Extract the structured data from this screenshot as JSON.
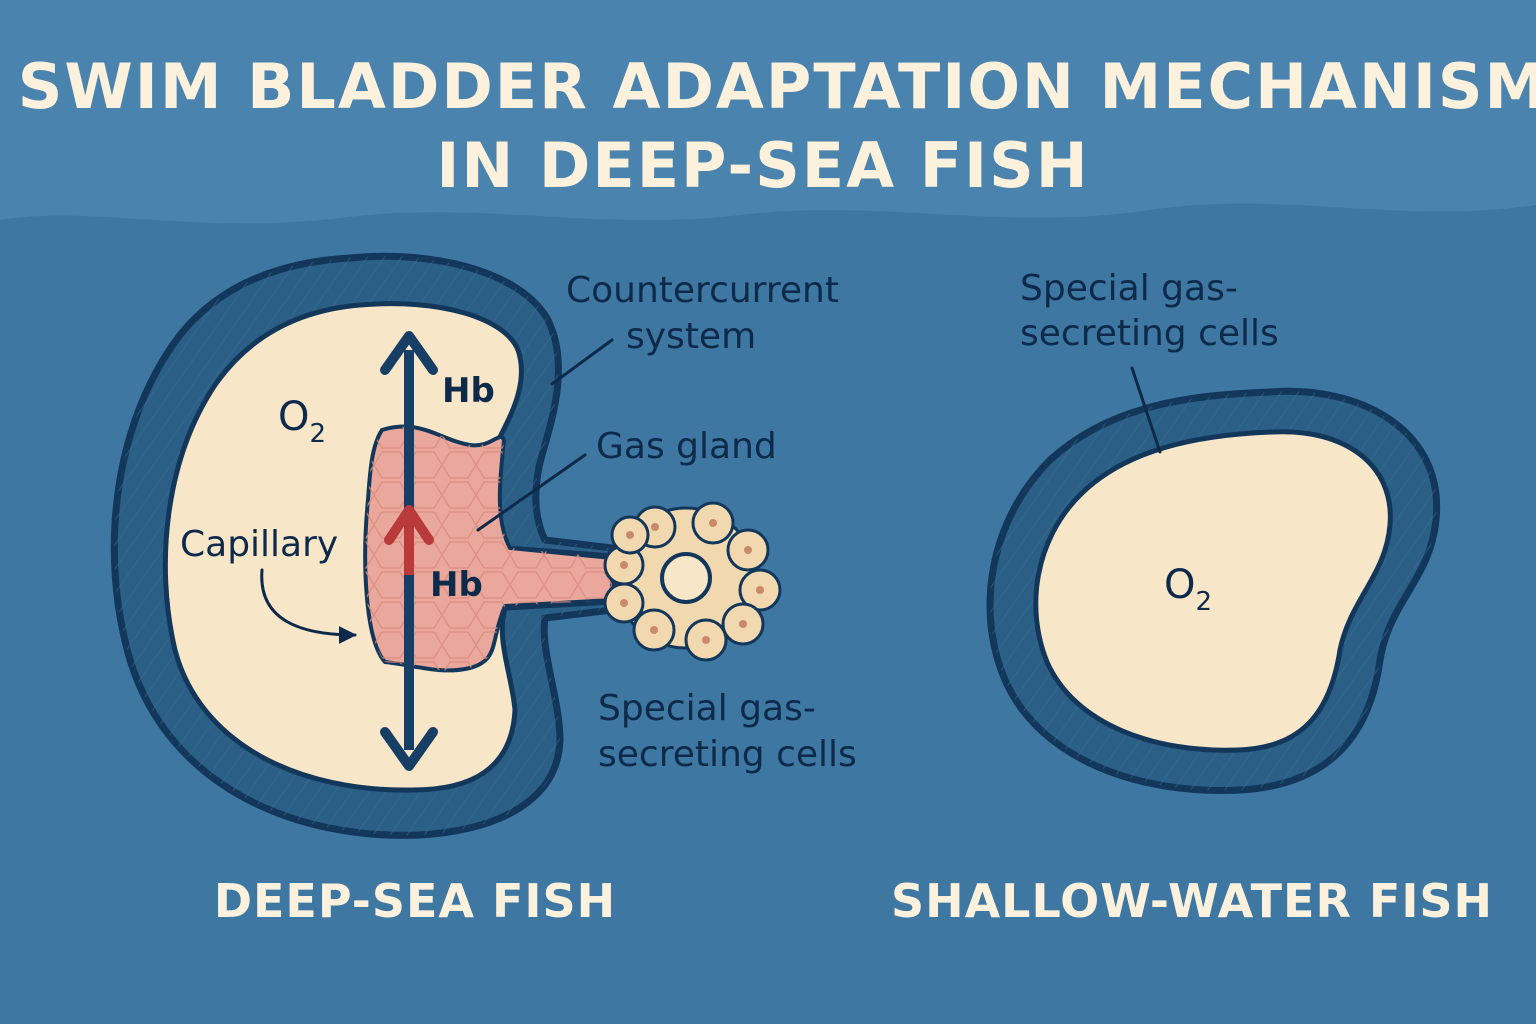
{
  "title": {
    "line1": "SWIM BLADDER ADAPTATION MECHANISM",
    "line2": "IN DEEP-SEA FISH"
  },
  "deep_sea": {
    "caption": "DEEP-SEA FISH",
    "gas_symbol": "O",
    "gas_subscript": "2",
    "hb_top": "Hb",
    "hb_bottom": "Hb",
    "capillary_label": "Capillary",
    "countercurrent_line1": "Countercurrent",
    "countercurrent_line2": "system",
    "gas_gland_label": "Gas gland",
    "cells_line1": "Special gas-",
    "cells_line2": "secreting cells"
  },
  "shallow": {
    "caption": "SHALLOW-WATER FISH",
    "gas_symbol": "O",
    "gas_subscript": "2",
    "cells_line1": "Special gas-",
    "cells_line2": "secreting cells"
  },
  "colors": {
    "background": "#3e77a1",
    "band": "#4a83ad",
    "bladder_wall": "#2b5f86",
    "bladder_outline": "#13375a",
    "bladder_fill": "#f7e6c8",
    "gland_fill": "#e9a89b",
    "arrow": "#173f66",
    "red_arrow": "#b83a3a",
    "text_light": "#fbf1dc",
    "text_dark": "#0e2a4a"
  }
}
